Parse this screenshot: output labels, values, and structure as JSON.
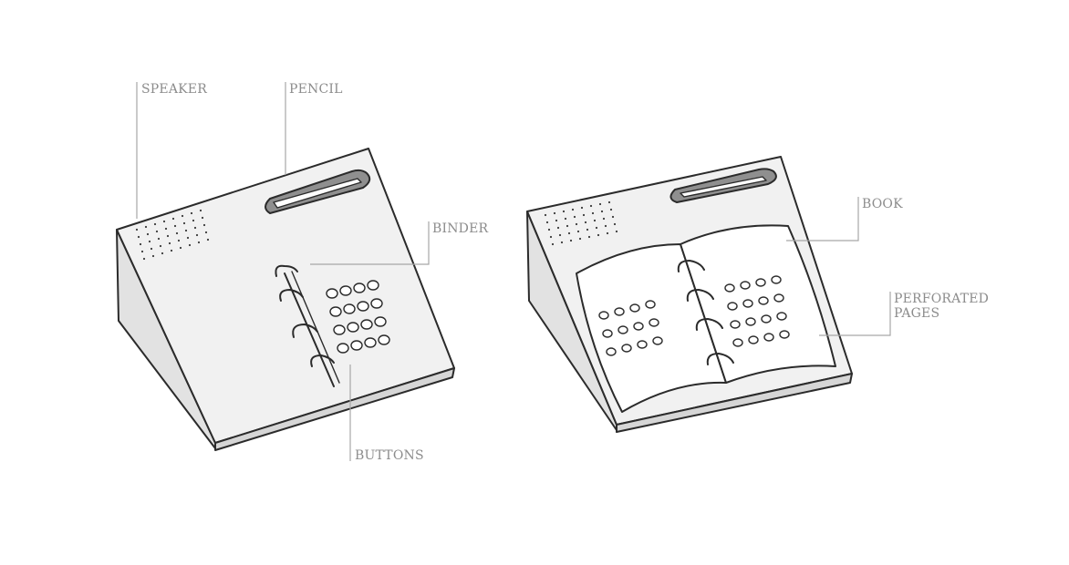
{
  "labels": {
    "speaker": "SPEAKER",
    "pencil": "PENCIL",
    "binder": "BINDER",
    "buttons": "BUTTONS",
    "book": "BOOK",
    "perforated_line1": "PERFORATED",
    "perforated_line2": "PAGES"
  },
  "colors": {
    "label_text": "#8c8c8c",
    "leader_line": "#a6a6a6",
    "ink": "#2b2b2b",
    "device_body": "#f1f1f1"
  }
}
